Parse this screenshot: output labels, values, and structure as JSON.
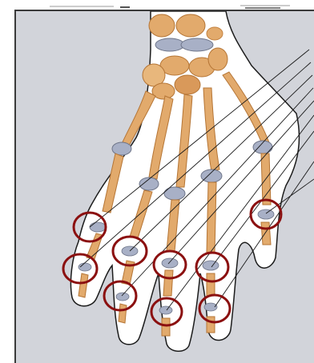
{
  "figure": {
    "subject": "hand-skeleton-dorsal-view",
    "colors": {
      "background_panel": "#d2d4da",
      "skin_outline": "#ffffff",
      "bone": "#e2aa6c",
      "bone_shadow": "#c4823f",
      "cartilage": "#a8b0c6",
      "highlight_ring": "#8b1010",
      "leader_line": "#1a1a1a"
    },
    "highlight_count": 9,
    "highlights": [
      {
        "joint": "little-finger-dip"
      },
      {
        "joint": "little-finger-pip"
      },
      {
        "joint": "ring-finger-pip"
      },
      {
        "joint": "ring-finger-dip"
      },
      {
        "joint": "middle-finger-pip"
      },
      {
        "joint": "middle-finger-dip"
      },
      {
        "joint": "index-finger-pip"
      },
      {
        "joint": "index-finger-dip"
      },
      {
        "joint": "thumb-ip"
      }
    ]
  }
}
